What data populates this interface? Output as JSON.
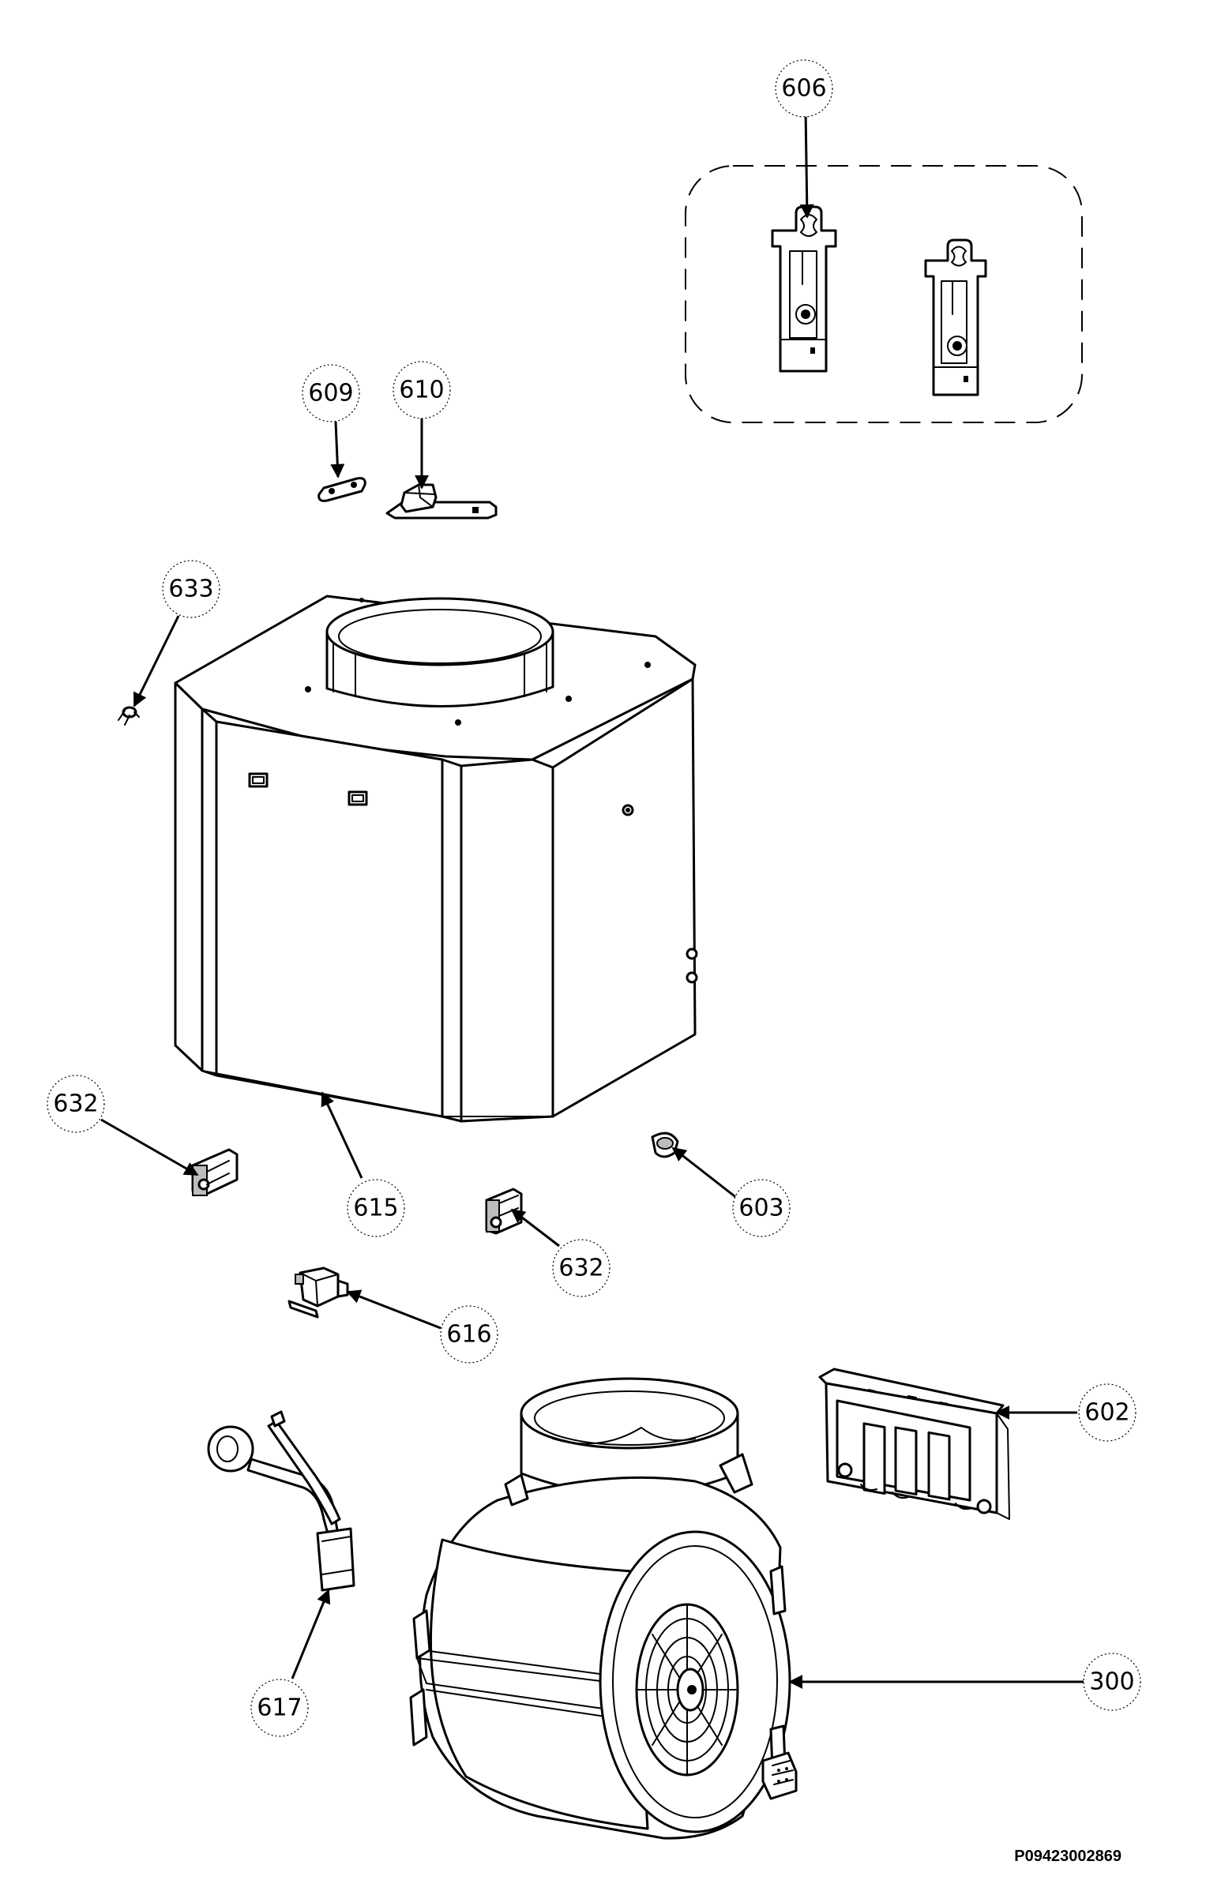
{
  "reference_code": "P09423002869",
  "callouts": [
    {
      "id": "c606",
      "text": "606"
    },
    {
      "id": "c609",
      "text": "609"
    },
    {
      "id": "c610",
      "text": "610"
    },
    {
      "id": "c633",
      "text": "633"
    },
    {
      "id": "c632a",
      "text": "632"
    },
    {
      "id": "c615",
      "text": "615"
    },
    {
      "id": "c632b",
      "text": "632"
    },
    {
      "id": "c603",
      "text": "603"
    },
    {
      "id": "c616",
      "text": "616"
    },
    {
      "id": "c602",
      "text": "602"
    },
    {
      "id": "c617",
      "text": "617"
    },
    {
      "id": "c300",
      "text": "300"
    }
  ]
}
